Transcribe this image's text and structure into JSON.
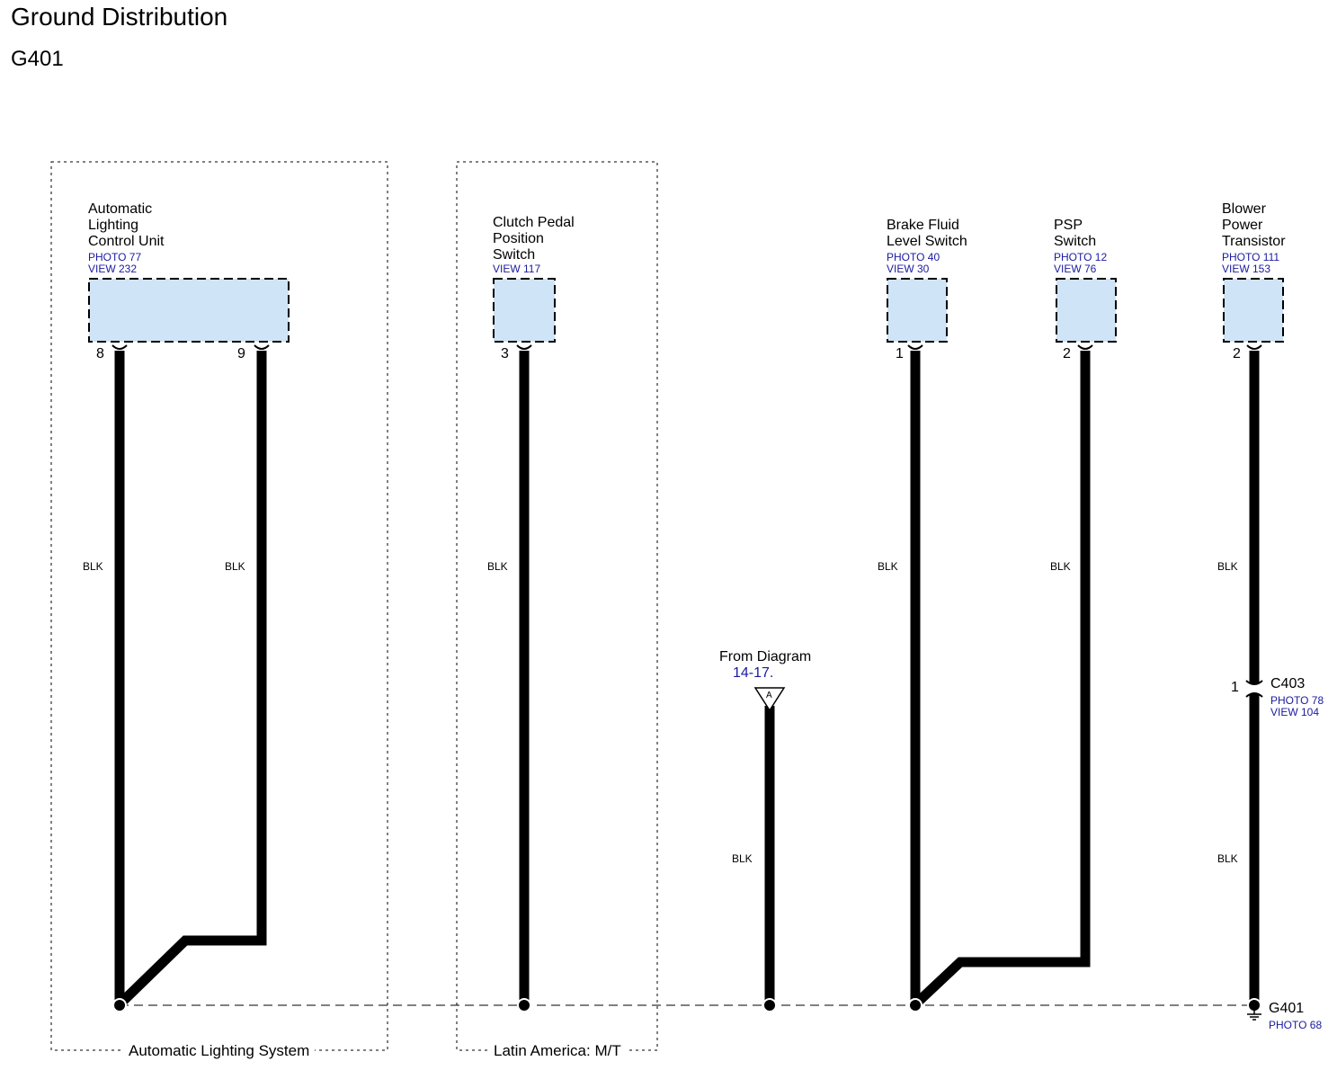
{
  "title": "Ground Distribution",
  "subtitle": "G401",
  "groups": {
    "auto_lighting": "Automatic Lighting System",
    "latin_america": "Latin America: M/T"
  },
  "components": {
    "alcu": {
      "name": [
        "Automatic",
        "Lighting",
        "Control Unit"
      ],
      "photo": "PHOTO 77",
      "view": "VIEW 232",
      "pins": [
        "8",
        "9"
      ]
    },
    "clutch": {
      "name": [
        "Clutch Pedal",
        "Position",
        "Switch"
      ],
      "view": "VIEW 117",
      "pins": [
        "3"
      ]
    },
    "brake": {
      "name": [
        "Brake Fluid",
        "Level Switch"
      ],
      "photo": "PHOTO 40",
      "view": "VIEW 30",
      "pins": [
        "1"
      ]
    },
    "psp": {
      "name": [
        "PSP",
        "Switch"
      ],
      "photo": "PHOTO 12",
      "view": "VIEW 76",
      "pins": [
        "2"
      ]
    },
    "blower": {
      "name": [
        "Blower",
        "Power",
        "Transistor"
      ],
      "photo": "PHOTO 111",
      "view": "VIEW 153",
      "pins": [
        "2"
      ]
    }
  },
  "wire_color": "BLK",
  "from_diagram": {
    "text": "From Diagram",
    "ref": "14-17.",
    "connector": "A"
  },
  "connector_c403": {
    "name": "C403",
    "pin": "1",
    "photo": "PHOTO 78",
    "view": "VIEW 104"
  },
  "ground": {
    "name": "G401",
    "photo": "PHOTO 68"
  },
  "colors": {
    "component_fill": "#d0e4f7",
    "reference_text": "#1a1aa0",
    "wire": "#000000"
  }
}
